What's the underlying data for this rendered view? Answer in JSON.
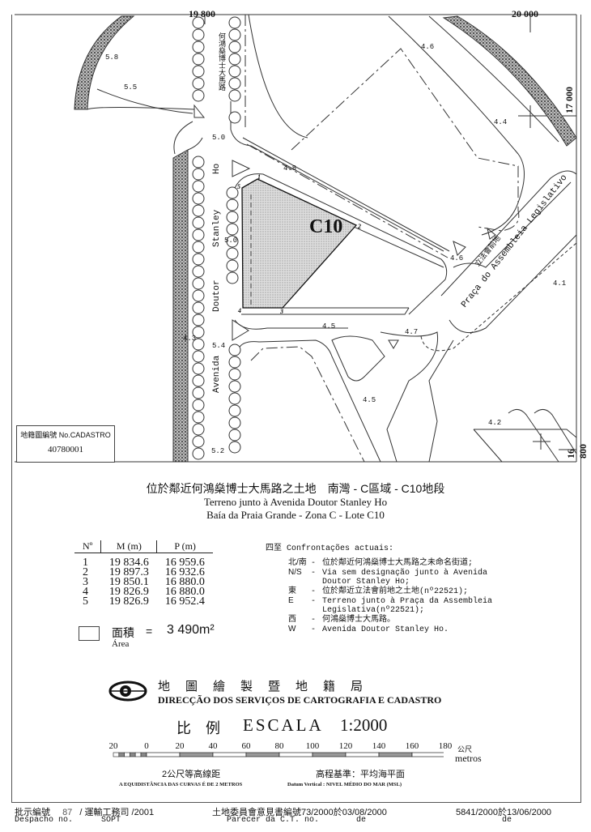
{
  "map": {
    "grid_labels": {
      "x_left": "19 800",
      "x_right": "20 000",
      "y_top": "17 000",
      "y_bottom": "16 800"
    },
    "lot_label": "C10",
    "vertex_labels": [
      "1",
      "2",
      "3",
      "4",
      "5"
    ],
    "elevations": [
      "5.8",
      "5.5",
      "5.0",
      "4.8",
      "4.6",
      "4.4",
      "4.6",
      "4.5",
      "4.7",
      "5.4",
      "4.5",
      "4.2",
      "5.2",
      "5.0",
      "4.1",
      "4.3"
    ],
    "street_words": [
      "Ho",
      "Stanley",
      "Doutor",
      "Avenida"
    ],
    "street_chinese": "何鴻燊博士大馬路",
    "square_name": "Praça do Assembleia Legislativo",
    "square_chinese": "立法會前地"
  },
  "cadastro": {
    "label": "地籍圖編號 No.CADASTRO",
    "number": "40780001"
  },
  "title": {
    "chinese": "位於鄰近何鴻燊博士大馬路之土地　南灣 - C區域 - C10地段",
    "line2": "Terreno junto à Avenida Doutor Stanley Ho",
    "line3": "Baía da Praia Grande - Zona C - Lote C10"
  },
  "coordinates": {
    "headers": [
      "Nº",
      "M (m)",
      "P (m)"
    ],
    "rows": [
      [
        "1",
        "19 834.6",
        "16 959.6"
      ],
      [
        "2",
        "19 897.3",
        "16 932.6"
      ],
      [
        "3",
        "19 850.1",
        "16 880.0"
      ],
      [
        "4",
        "19 826.9",
        "16 880.0"
      ],
      [
        "5",
        "19 826.9",
        "16 952.4"
      ]
    ]
  },
  "area": {
    "label_cn": "面積",
    "eq": "=",
    "value": "3 490m²",
    "label_pt": "Área"
  },
  "confrontations": {
    "heading_cn": "四至",
    "heading": "Confrontações actuais:",
    "items": [
      {
        "k": "北/南",
        "text": "位於鄰近何鴻燊博士大馬路之未命名街道;"
      },
      {
        "k": "N/S",
        "text": "Via sem designação junto à Avenida"
      },
      {
        "k": "",
        "text": "Doutor Stanley Ho;"
      },
      {
        "k": "東",
        "text": "位於鄰近立法會前地之土地(nº22521);"
      },
      {
        "k": "E",
        "text": "Terreno junto à Praça da Assembleia"
      },
      {
        "k": "",
        "text": "Legislativa(nº22521);"
      },
      {
        "k": "西",
        "text": "何鴻燊博士大馬路。"
      },
      {
        "k": "W",
        "text": "Avenida Doutor Stanley Ho."
      }
    ]
  },
  "agency": {
    "chinese": "地　圖　繪　製　暨　地　籍　局",
    "portuguese": "DIRECÇÃO DOS SERVIÇOS DE CARTOGRAFIA E CADASTRO"
  },
  "scale": {
    "label_cn": "比　例",
    "label": "ESCALA",
    "ratio": "1:2000",
    "ticks": [
      "20",
      "0",
      "20",
      "40",
      "60",
      "80",
      "100",
      "120",
      "140",
      "160",
      "180"
    ],
    "unit_cn": "公尺",
    "unit": "metros"
  },
  "notes": {
    "contour_cn": "2公尺等高線距",
    "contour": "A EQUIDISTÂNCIA DAS CURVAS É DE 2 METROS",
    "datum_cn": "高程基準：平均海平面",
    "datum": "Datum Vertical : NIVEL MÉDIO DO MAR (MSL)"
  },
  "footer": {
    "despacho_cn": "批示編號",
    "despacho_no": "87",
    "sopt_cn": "/ 運輸工務司 /2001",
    "despacho": "Despacho no.",
    "sopt": "SOPT",
    "parecer_cn": "土地委員會意見書編號",
    "parecer_no": "73/2000",
    "de_cn1": "於",
    "date1": "03/08/2000",
    "parecer": "Parecer da C.T. no.",
    "de1": "de",
    "ref2": "5841/2000",
    "de_cn2": "於",
    "date2": "13/06/2000",
    "de2": "de"
  }
}
